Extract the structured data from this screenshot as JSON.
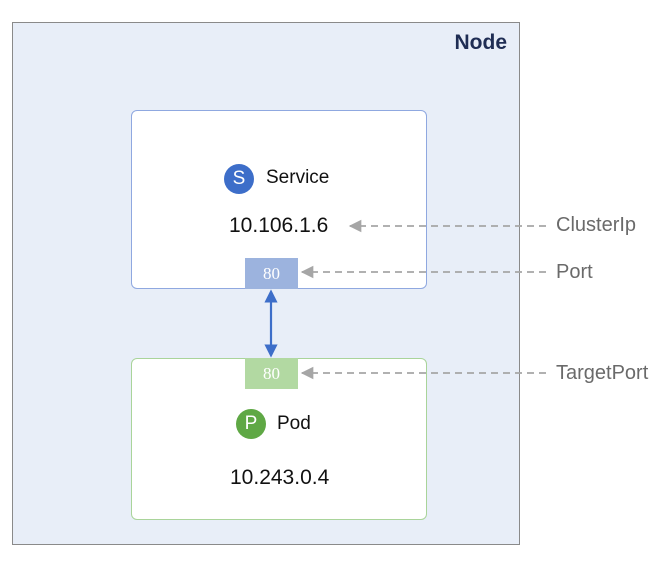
{
  "node": {
    "title": "Node"
  },
  "service": {
    "badge": "S",
    "label": "Service",
    "ip": "10.106.1.6",
    "port": "80"
  },
  "pod": {
    "badge": "P",
    "label": "Pod",
    "ip": "10.243.0.4",
    "port": "80"
  },
  "callouts": {
    "cluster_ip": "ClusterIp",
    "port": "Port",
    "target_port": "TargetPort"
  },
  "colors": {
    "node_bg": "#e8eef8",
    "service_accent": "#3d6ec9",
    "pod_accent": "#5fa845",
    "arrow": "#3d6ec9",
    "dashed": "#a6a6a6"
  }
}
